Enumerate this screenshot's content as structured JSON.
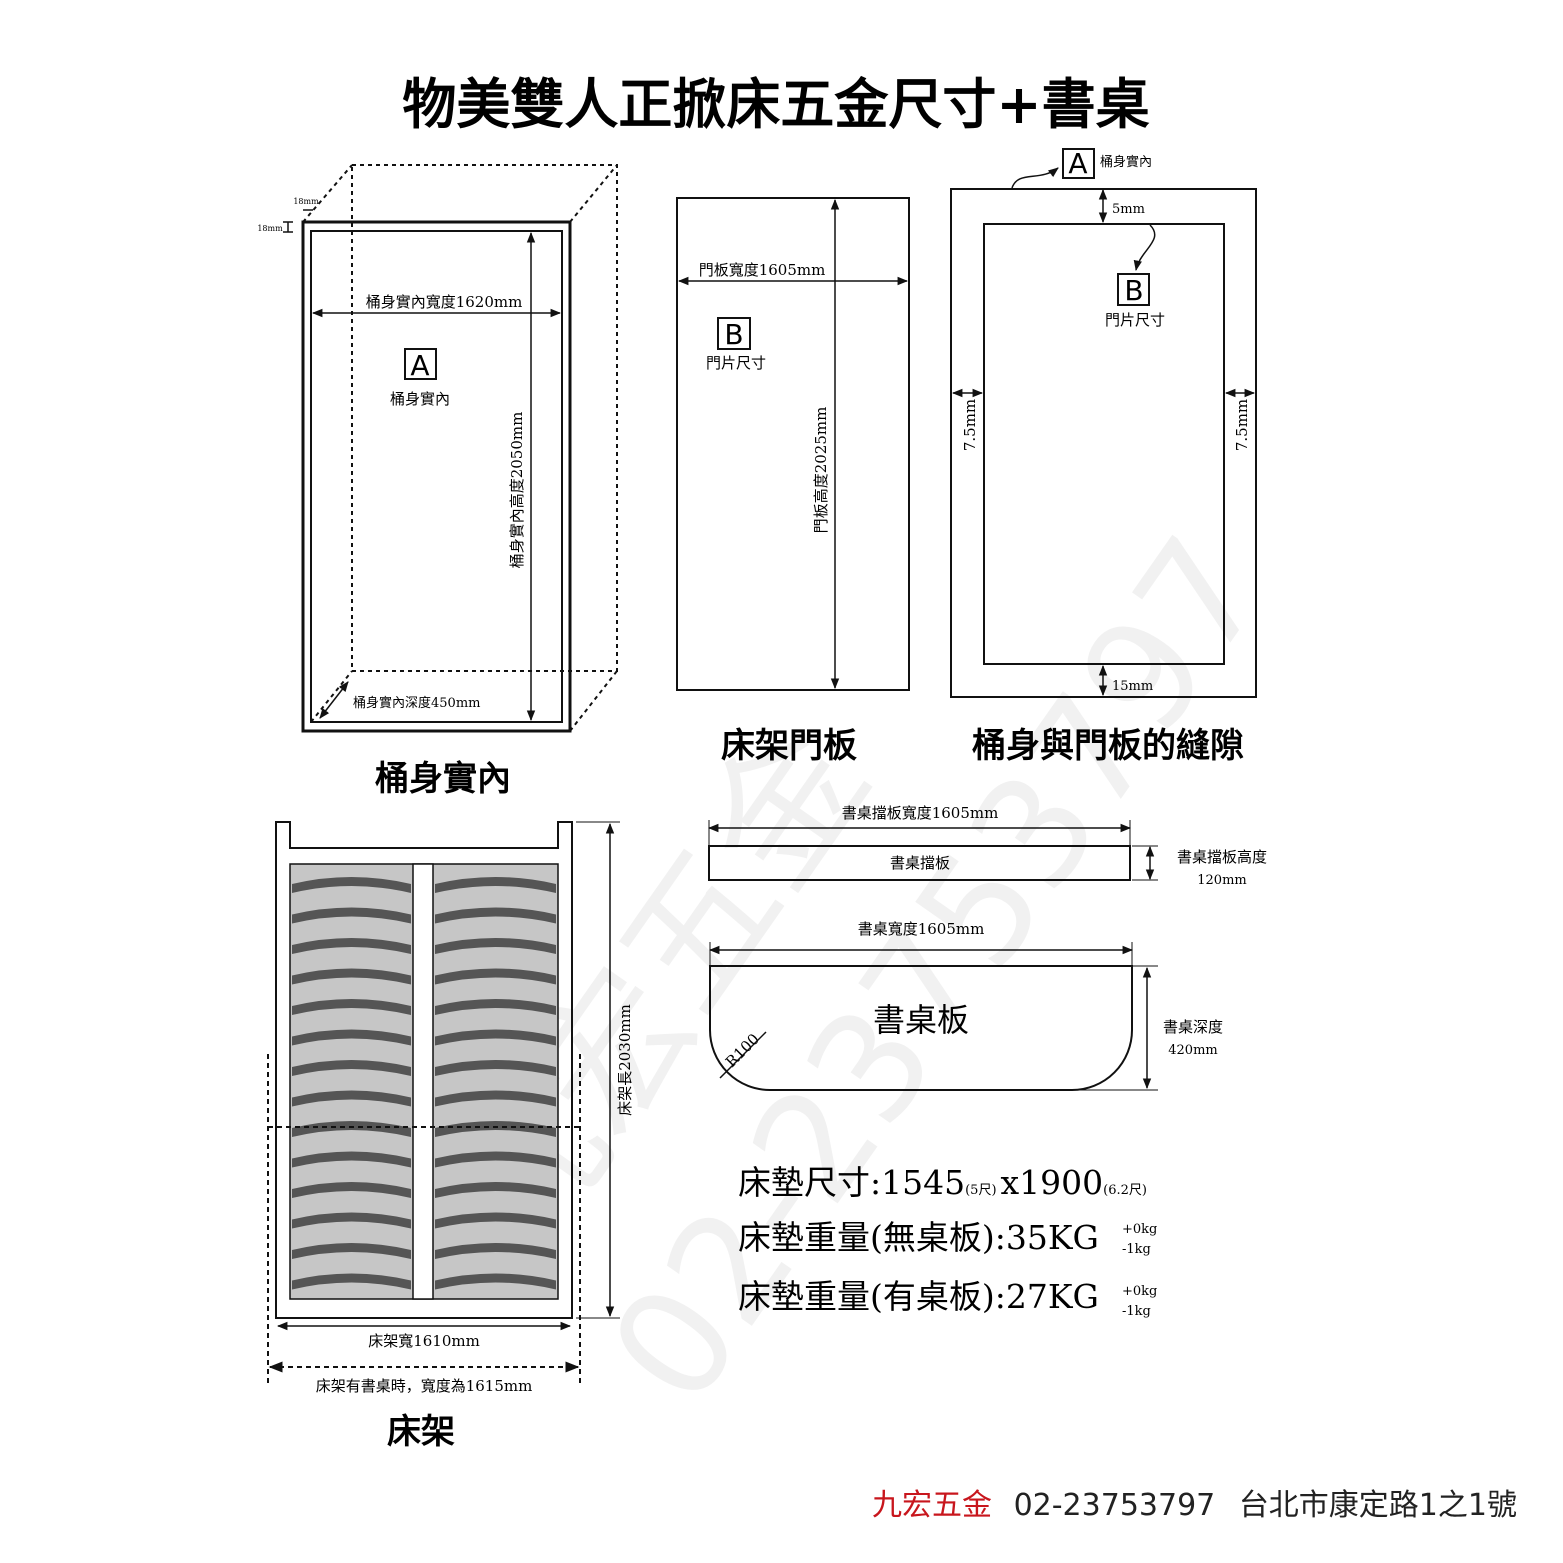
{
  "title": "物美雙人正掀床五金尺寸+書桌",
  "cabinet": {
    "caption": "桶身實內",
    "t18_top": "18mm",
    "t18_left": "18mm",
    "width_label": "桶身實內寬度1620mm",
    "height_label": "桶身實內高度2050mm",
    "depth_label": "桶身實內深度450mm",
    "box_letter": "A",
    "box_text": "桶身實內"
  },
  "door": {
    "caption": "床架門板",
    "width_label": "門板寬度1605mm",
    "height_label": "門板高度2025mm",
    "box_letter": "B",
    "box_text": "門片尺寸"
  },
  "gap": {
    "caption": "桶身與門板的縫隙",
    "a_letter": "A",
    "a_text": "桶身實內",
    "b_letter": "B",
    "b_text": "門片尺寸",
    "top": "5mm",
    "bottom": "15mm",
    "left": "7.5mm",
    "right": "7.5mm"
  },
  "frame": {
    "caption": "床架",
    "length_label": "床架長2030mm",
    "width_label": "床架寬1610mm",
    "desk_width_label": "床架有書桌時，寬度為1615mm"
  },
  "desk": {
    "baffle_width_label": "書桌擋板寬度1605mm",
    "baffle_name": "書桌擋板",
    "baffle_height_label": "書桌擋板高度",
    "baffle_height_value": "120mm",
    "board_width_label": "書桌寬度1605mm",
    "board_name": "書桌板",
    "radius_label": "R100",
    "depth_label": "書桌深度",
    "depth_value": "420mm"
  },
  "specs": {
    "mattress_label": "床墊尺寸:",
    "mattress_w": "1545",
    "mattress_w_note": "(5尺)",
    "mattress_x": "x",
    "mattress_l": "1900",
    "mattress_l_note": "(6.2尺)",
    "weight1_label": "床墊重量(無桌板):35KG",
    "weight1_tol_plus": "+0kg",
    "weight1_tol_minus": "-1kg",
    "weight2_label": "床墊重量(有桌板):27KG",
    "weight2_tol_plus": "+0kg",
    "weight2_tol_minus": "-1kg"
  },
  "watermark": {
    "brand": "九宏五金",
    "phone": "02-23753797"
  },
  "footer": {
    "brand": "九宏五金",
    "phone": "02-23753797",
    "address": "台北市康定路1之1號"
  }
}
